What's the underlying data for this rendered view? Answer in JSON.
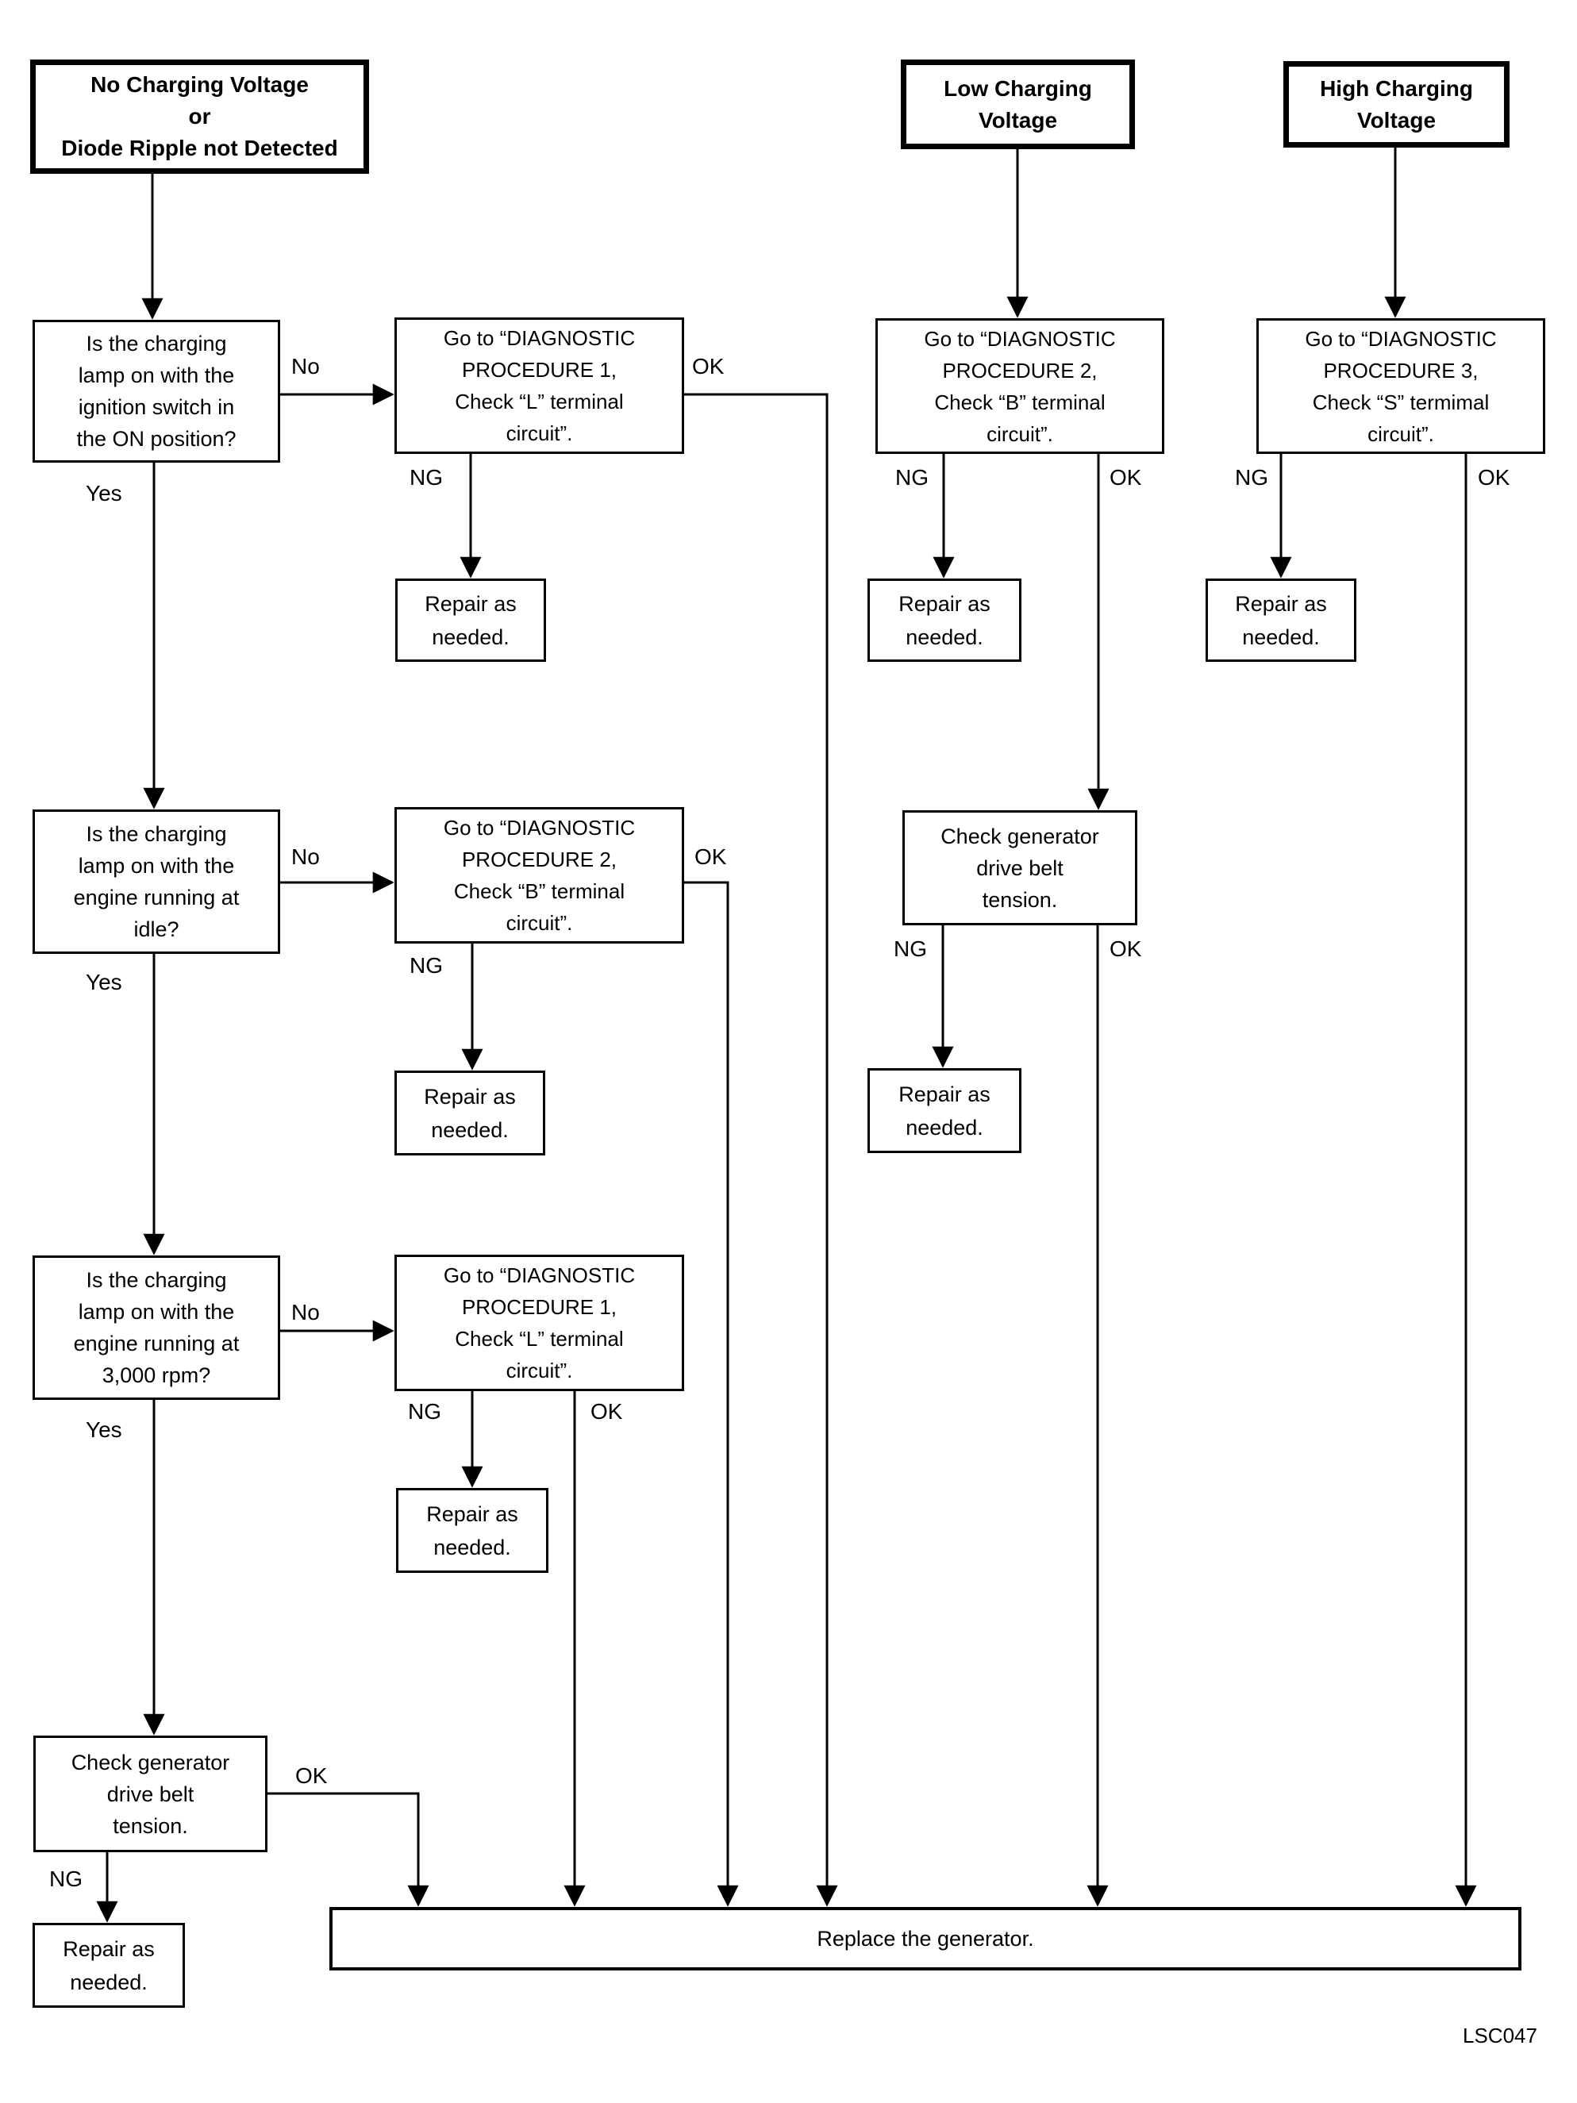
{
  "page": {
    "background": "#ffffff",
    "ink": "#000000",
    "figure_code": "LSC047"
  },
  "labels": {
    "yes": "Yes",
    "no": "No",
    "ng": "NG",
    "ok": "OK"
  },
  "boxes": {
    "header_no_charging": "No Charging Voltage\nor\nDiode Ripple not Detected",
    "header_low": "Low Charging\nVoltage",
    "header_high": "High Charging\nVoltage",
    "q_ignition": "Is the charging\nlamp on with the\nignition switch in\nthe ON position?",
    "q_idle": "Is the charging\nlamp on with the\nengine running at\nidle?",
    "q_3000": "Is the charging\nlamp on with the\nengine running at\n3,000 rpm?",
    "proc1": "Go to “DIAGNOSTIC\nPROCEDURE 1,\nCheck “L” terminal\ncircuit”.",
    "proc2": "Go to “DIAGNOSTIC\nPROCEDURE 2,\nCheck “B” terminal\ncircuit”.",
    "proc3": "Go to “DIAGNOSTIC\nPROCEDURE 3,\nCheck “S” termimal\ncircuit”.",
    "check_belt": "Check generator\ndrive belt\ntension.",
    "repair": "Repair as\nneeded.",
    "replace": "Replace the generator."
  }
}
